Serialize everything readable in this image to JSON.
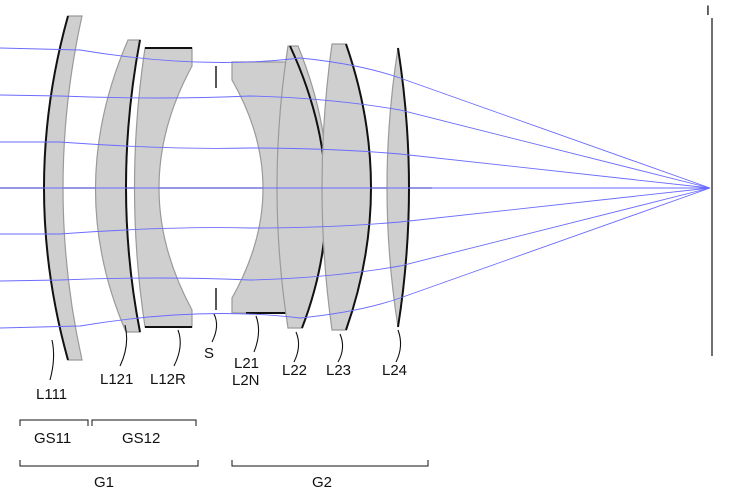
{
  "lens_labels": {
    "l111": "L111",
    "l121": "L121",
    "l12r": "L12R",
    "stop": "S",
    "l21": "L21",
    "l2n": "L2N",
    "l22": "L22",
    "l23": "L23",
    "l24": "L24",
    "image_plane": "I"
  },
  "group_labels": {
    "gs11": "GS11",
    "gs12": "GS12",
    "g1": "G1",
    "g2": "G2"
  },
  "colors": {
    "ray": "#6b6bff",
    "lens_fill": "#cfcfcf",
    "lens_outline": "#9a9a9a",
    "line": "#111111"
  }
}
